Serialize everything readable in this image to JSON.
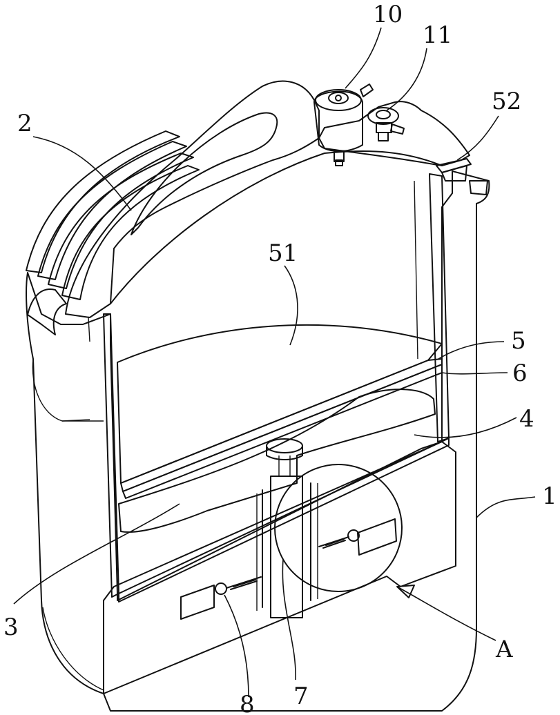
{
  "labels": {
    "l1": "1",
    "l2": "2",
    "l3": "3",
    "l4": "4",
    "l5": "5",
    "l6": "6",
    "l7": "7",
    "l8": "8",
    "l10": "10",
    "l11": "11",
    "l51": "51",
    "l52": "52",
    "lA": "A"
  },
  "colors": {
    "line": "#111111",
    "paper": "#ffffff"
  }
}
